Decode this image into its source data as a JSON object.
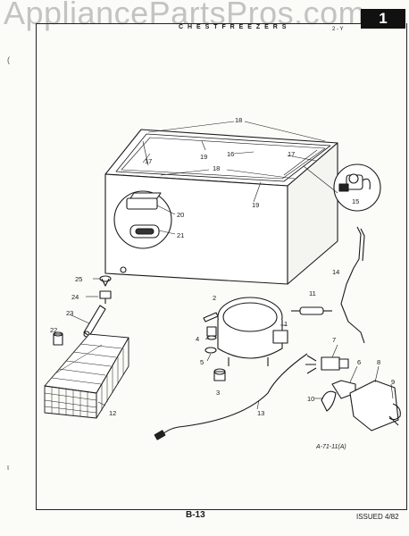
{
  "watermark": "AppliancePartsPros.com",
  "page_number": "1",
  "header_text": "C H E S T   F R E E Z E R S",
  "header_right": "2 - Y",
  "figure_code": "A-71-11(A)",
  "footer_center": "B-13",
  "footer_right": "ISSUED 4/82",
  "margin_marks": [
    "(",
    "ι"
  ],
  "part_labels": [
    "18",
    "19",
    "16",
    "17",
    "17",
    "18",
    "19",
    "20",
    "21",
    "15",
    "14",
    "11",
    "25",
    "24",
    "2",
    "1",
    "23",
    "22",
    "4",
    "5",
    "7",
    "6",
    "8",
    "9",
    "3",
    "10",
    "12",
    "13"
  ]
}
